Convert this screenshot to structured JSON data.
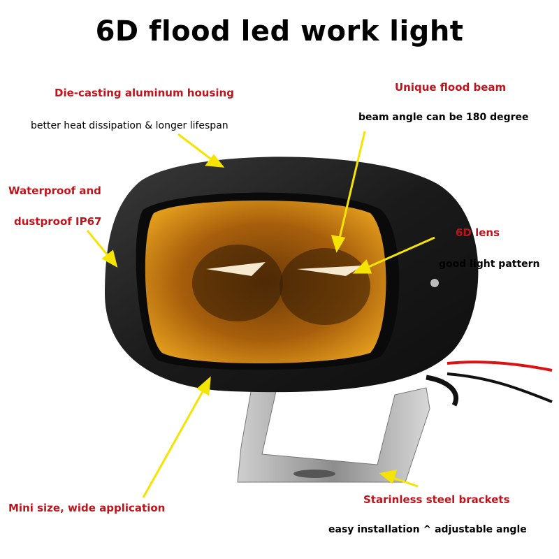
{
  "title": "6D flood led work light",
  "features": {
    "housing": {
      "heading": "Die-casting aluminum housing",
      "detail": "better heat dissipation & longer lifespan"
    },
    "beam": {
      "heading": "Unique flood beam",
      "detail": "beam angle can be 180 degree"
    },
    "waterproof": {
      "line1": "Waterproof and",
      "line2": "dustproof IP67"
    },
    "lens": {
      "heading": "6D lens",
      "detail": "good light pattern"
    },
    "size": {
      "heading": "Mini size, wide application"
    },
    "bracket": {
      "heading": "Starinless steel brackets",
      "detail": "easy installation ^ adjustable angle"
    }
  },
  "colors": {
    "heading": "#c0141c",
    "arrow": "#f5e400",
    "lens": "#d98a12",
    "housing": "#1c1c1c"
  }
}
